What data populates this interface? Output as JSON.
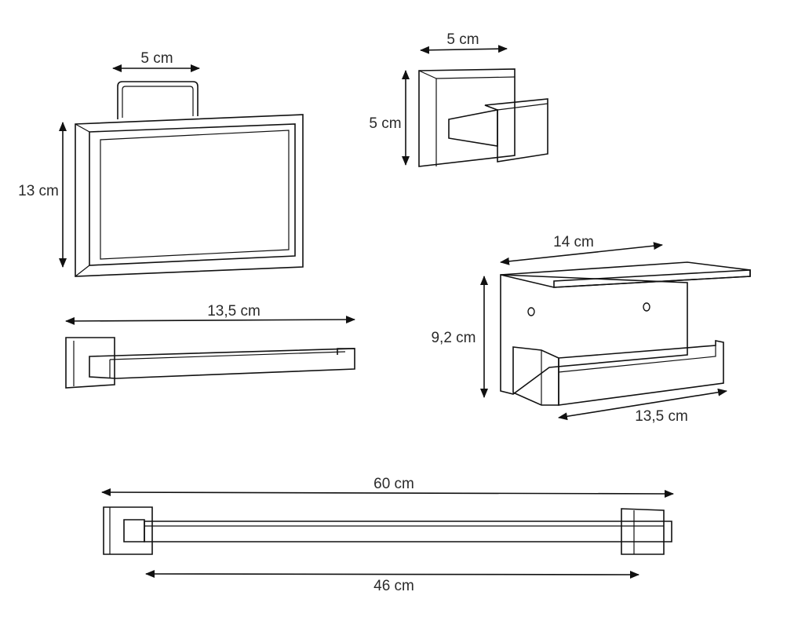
{
  "dimensions": {
    "ring_width": "5 cm",
    "ring_height": "13 cm",
    "hook_width": "5 cm",
    "hook_height": "5 cm",
    "short_bar_length": "13,5 cm",
    "paper_holder_width": "14 cm",
    "paper_holder_height": "9,2 cm",
    "paper_holder_depth": "13,5 cm",
    "long_bar_total": "60 cm",
    "long_bar_inner": "46 cm"
  },
  "colors": {
    "line": "#111111",
    "text": "#2a2a2a",
    "background": "#ffffff"
  }
}
